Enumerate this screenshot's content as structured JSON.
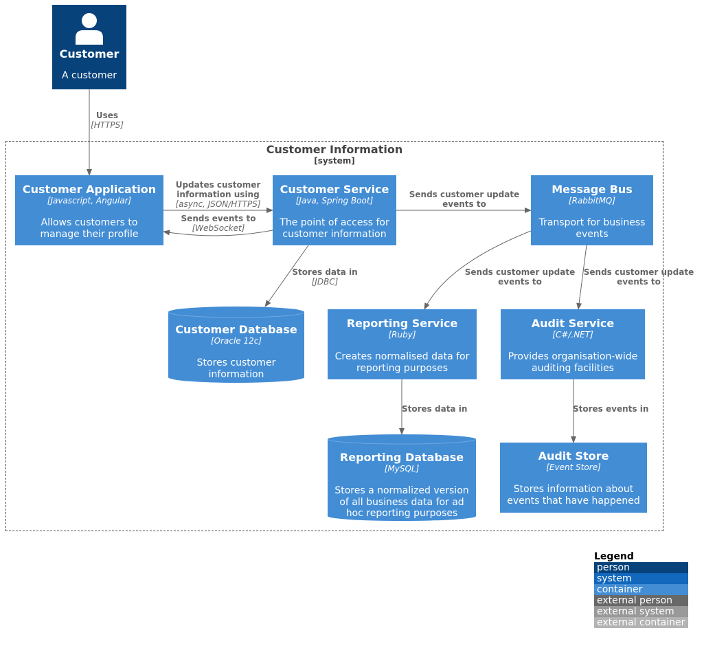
{
  "person": {
    "name": "Customer",
    "description": "A customer"
  },
  "uses": {
    "label": "Uses",
    "tech": "[HTTPS]"
  },
  "boundary": {
    "title": "Customer Information",
    "type": "[system]"
  },
  "nodes": {
    "customer_application": {
      "title": "Customer Application",
      "tech": "[Javascript, Angular]",
      "desc": "Allows customers to manage their profile"
    },
    "customer_service": {
      "title": "Customer Service",
      "tech": "[Java, Spring Boot]",
      "desc": "The point of access for customer information"
    },
    "message_bus": {
      "title": "Message Bus",
      "tech": "[RabbitMQ]",
      "desc": "Transport for business events"
    },
    "customer_database": {
      "title": "Customer Database",
      "tech": "[Oracle 12c]",
      "desc": "Stores customer information"
    },
    "reporting_service": {
      "title": "Reporting Service",
      "tech": "[Ruby]",
      "desc": "Creates normalised data for reporting purposes"
    },
    "audit_service": {
      "title": "Audit Service",
      "tech": "[C#/.NET]",
      "desc": "Provides organisation-wide auditing facilities"
    },
    "reporting_database": {
      "title": "Reporting Database",
      "tech": "[MySQL]",
      "desc": "Stores a normalized version of all business data for ad hoc reporting purposes"
    },
    "audit_store": {
      "title": "Audit Store",
      "tech": "[Event Store]",
      "desc": "Stores information about events that have happened"
    }
  },
  "relations": {
    "updates": {
      "label": "Updates customer information using",
      "tech": "[async, JSON/HTTPS]"
    },
    "sends_events": {
      "label": "Sends events to",
      "tech": "[WebSocket]"
    },
    "stores_customer": {
      "label": "Stores data in",
      "tech": "[JDBC]"
    },
    "bus_update": {
      "label": "Sends customer update events to"
    },
    "bus_to_reporting": {
      "label": "Sends customer update events to"
    },
    "bus_to_audit": {
      "label": "Sends customer update events to"
    },
    "stores_reporting": {
      "label": "Stores data in"
    },
    "stores_audit": {
      "label": "Stores events in"
    }
  },
  "legend": {
    "title": "Legend",
    "items": [
      {
        "label": "person",
        "color": "#08427b"
      },
      {
        "label": "system",
        "color": "#1168bd"
      },
      {
        "label": "container",
        "color": "#438dd5"
      },
      {
        "label": "external person",
        "color": "#686868"
      },
      {
        "label": "external system",
        "color": "#999999"
      },
      {
        "label": "external container",
        "color": "#b3b3b3"
      }
    ]
  },
  "colors": {
    "person": "#08427b",
    "container": "#438dd5",
    "arrow": "#666666"
  }
}
